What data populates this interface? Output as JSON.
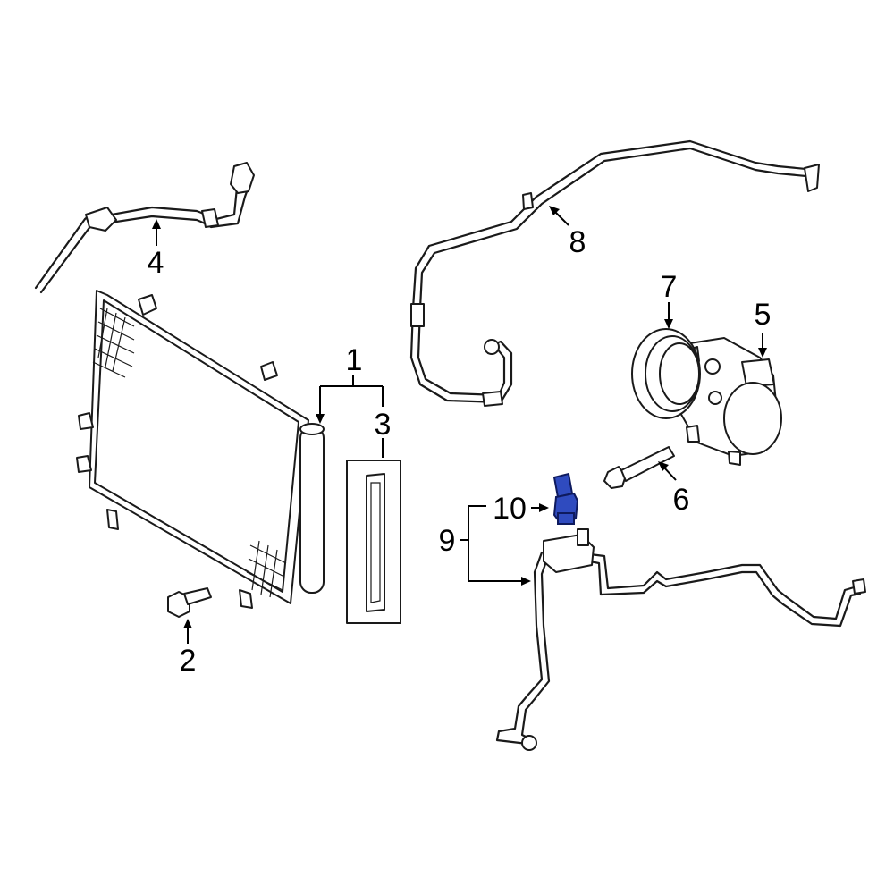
{
  "diagram": {
    "colors": {
      "line": "#1a1a1a",
      "highlight": "#2f4bbf",
      "background": "#ffffff"
    },
    "callouts": [
      {
        "id": "1",
        "label": "1"
      },
      {
        "id": "2",
        "label": "2"
      },
      {
        "id": "3",
        "label": "3"
      },
      {
        "id": "4",
        "label": "4"
      },
      {
        "id": "5",
        "label": "5"
      },
      {
        "id": "6",
        "label": "6"
      },
      {
        "id": "7",
        "label": "7"
      },
      {
        "id": "8",
        "label": "8"
      },
      {
        "id": "9",
        "label": "9"
      },
      {
        "id": "10",
        "label": "10"
      }
    ],
    "highlighted_part": "10"
  }
}
